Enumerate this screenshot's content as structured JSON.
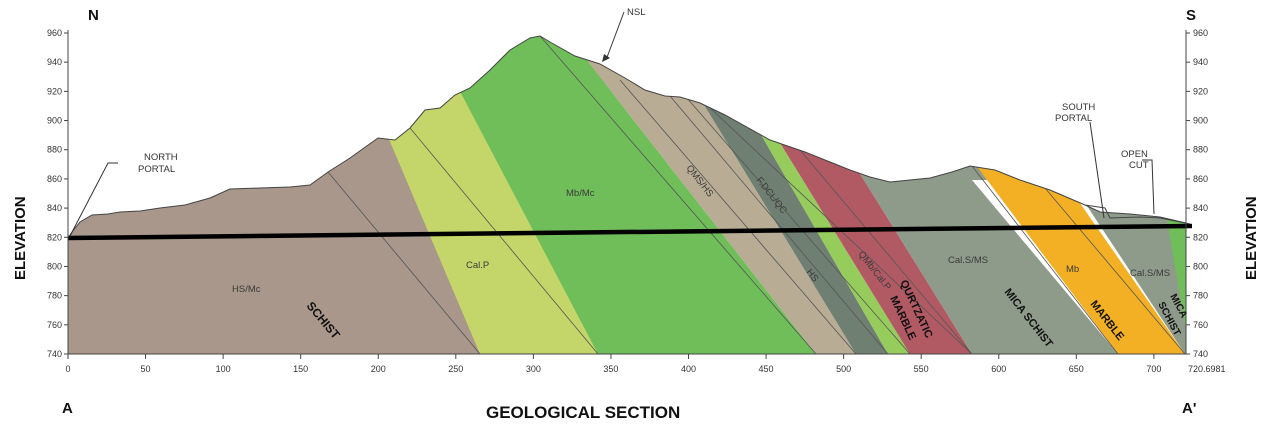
{
  "title": "GEOLOGICAL SECTION",
  "corners": {
    "north": "N",
    "south": "S",
    "start": "A",
    "end": "A'"
  },
  "axis_label_left": "ELEVATION",
  "axis_label_right": "ELEVATION",
  "x_ticks": [
    "0",
    "50",
    "100",
    "150",
    "200",
    "250",
    "300",
    "350",
    "400",
    "450",
    "500",
    "550",
    "600",
    "650",
    "700"
  ],
  "x_end_tick": "720.6981",
  "y_ticks": [
    "740",
    "760",
    "780",
    "800",
    "820",
    "840",
    "860",
    "880",
    "900",
    "920",
    "940",
    "960"
  ],
  "annotations": {
    "nsl": "NSL",
    "north_portal": [
      "NORTH",
      "PORTAL"
    ],
    "south_portal": [
      "SOUTH",
      "PORTAL"
    ],
    "open_cut": [
      "OPEN",
      "CUT"
    ]
  },
  "units": {
    "hs_mc": "HS/Mc",
    "cal_p": "Cal.P",
    "mb_mc": "Mb/Mc",
    "qms_hs": "QMS/HS",
    "f_dcl_qc": "F.DCL/QC",
    "hs": "HS",
    "qmb_calp": "QMb/Cal.P",
    "cals_ms_1": "Cal.S/MS",
    "mb": "Mb",
    "cals_ms_2": "Cal.S/MS"
  },
  "rock_names": {
    "schist": "SCHIST",
    "qurtzatic": "QURTZATIC",
    "marble_1": "MARBLE",
    "mica_schist": "MICA SCHIST",
    "marble_2": "MARBLE",
    "mica": "MICA",
    "schist_2": "SCHIST"
  },
  "colors": {
    "schist_brown": "#a8978a",
    "calp_lime": "#c4d66a",
    "mbmc_green": "#6fbe5a",
    "tan": "#b9ac95",
    "dark_grey": "#6f7f72",
    "light_green": "#96cc5c",
    "red": "#b15a64",
    "grey_green": "#8e9a8a",
    "orange": "#f3b025"
  }
}
